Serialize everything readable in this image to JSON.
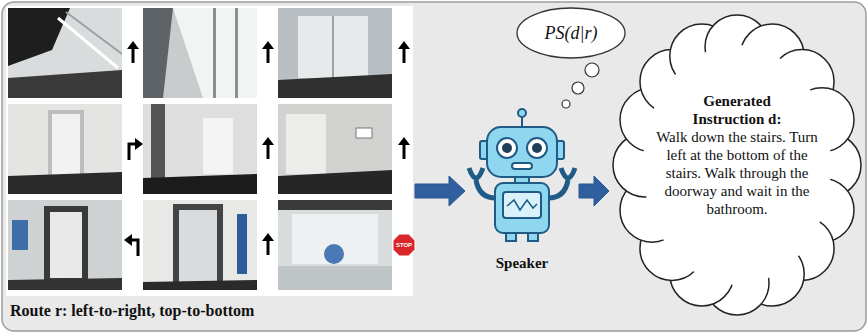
{
  "diagram": {
    "nodes": [
      {
        "text": [
          "Route r: left-to-right, top-to-bottom"
        ]
      },
      {
        "text": [
          "PS(d|r)"
        ]
      },
      {
        "text": [
          "Speaker"
        ]
      },
      {
        "text": [
          "Generated Instruction d:",
          "Walk down the stairs. Turn left at the bottom of the stairs. Walk through the doorway and wait in the bathroom."
        ]
      }
    ],
    "edges": [
      {
        "from": 0,
        "to": 2,
        "arrow": "to"
      },
      {
        "from": 2,
        "to": 3,
        "arrow": "to"
      }
    ],
    "labels": [
      "STOP"
    ]
  }
}
